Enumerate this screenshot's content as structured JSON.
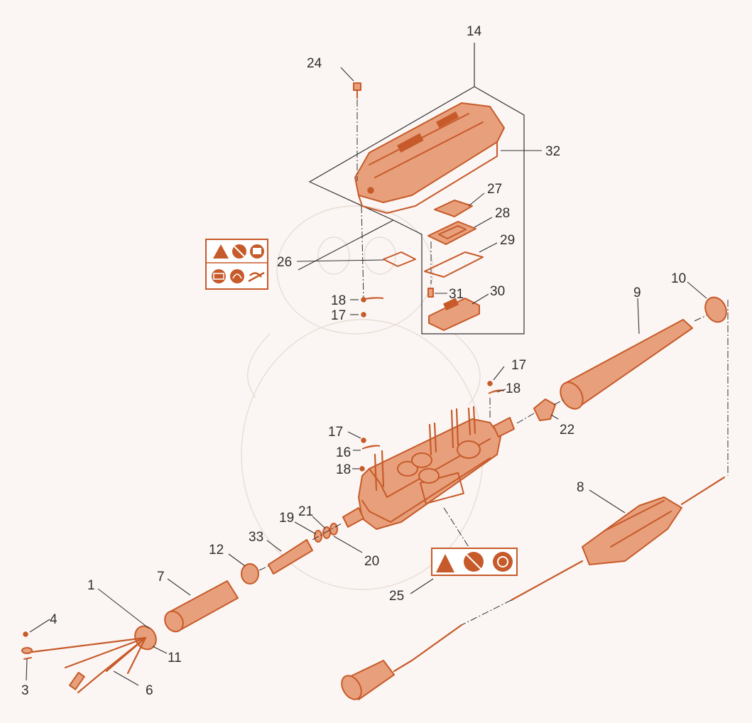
{
  "labels": {
    "p1": "1",
    "p3": "3",
    "p4": "4",
    "p6": "6",
    "p7": "7",
    "p8": "8",
    "p9": "9",
    "p10": "10",
    "p11": "11",
    "p12": "12",
    "p14": "14",
    "p16": "16",
    "p17a": "17",
    "p17b": "17",
    "p17c": "17",
    "p18a": "18",
    "p18b": "18",
    "p18c": "18",
    "p19": "19",
    "p20": "20",
    "p21": "21",
    "p22": "22",
    "p24": "24",
    "p25": "25",
    "p26": "26",
    "p27": "27",
    "p28": "28",
    "p29": "29",
    "p30": "30",
    "p31": "31",
    "p32": "32",
    "p33": "33"
  },
  "icons": [
    "electric-warning-icon",
    "no-water-icon",
    "manual-icon",
    "connection-icon",
    "hearing-protection-icon",
    "cable-icon"
  ],
  "colors": {
    "part": "#c75a2a",
    "part_fill": "#e7a07b",
    "line": "#333333",
    "background": "#fbf6f3"
  }
}
